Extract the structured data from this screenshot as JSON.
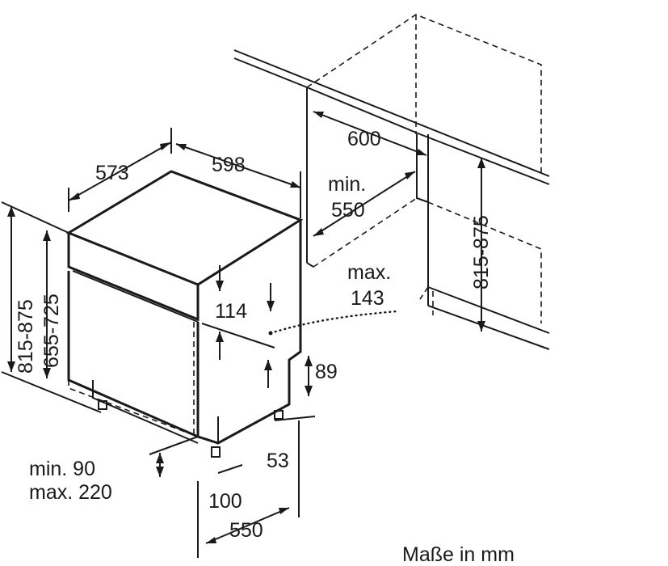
{
  "diagram": {
    "dimensions": {
      "depth_573": "573",
      "width_598": "598",
      "niche_width_600": "600",
      "niche_min_label": "min.",
      "niche_min_value": "550",
      "max_label": "max.",
      "max_value": "143",
      "height_114": "114",
      "height_89": "89",
      "left_height_outer": "815-875",
      "left_height_inner": "655-725",
      "right_height": "815-875",
      "plinth_min": "min. 90",
      "plinth_max": "max. 220",
      "foot_53": "53",
      "foot_100": "100",
      "depth_550": "550"
    },
    "caption": "Maße in mm"
  }
}
